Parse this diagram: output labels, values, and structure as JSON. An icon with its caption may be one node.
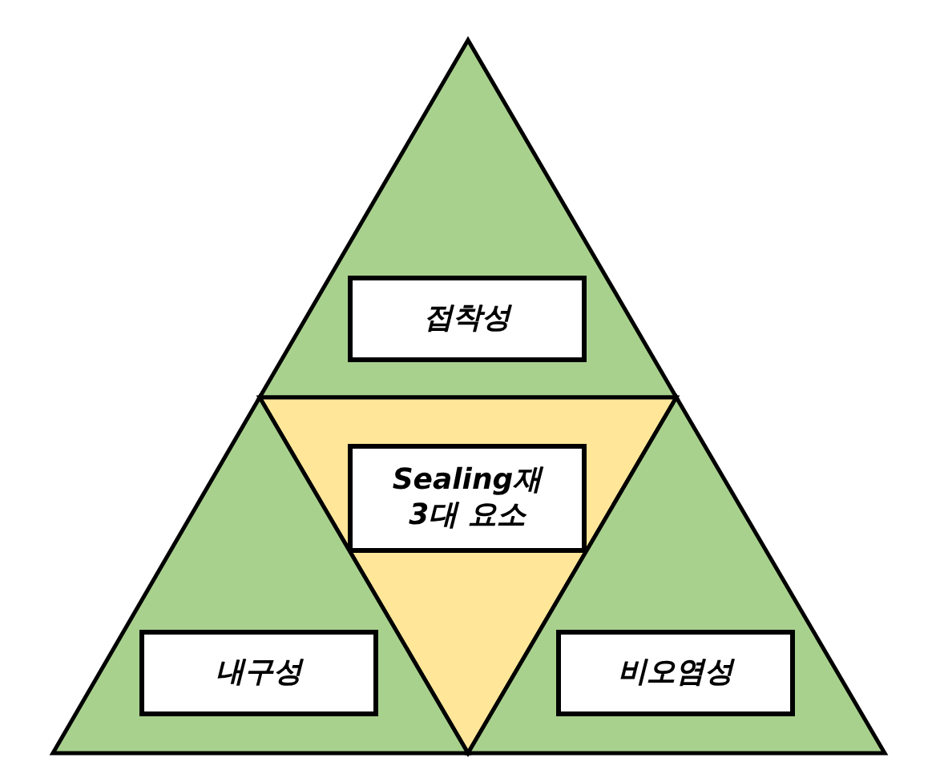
{
  "diagram": {
    "nodes": [
      {
        "text": [],
        "shape": "triangle"
      },
      {
        "text": [
          "접착성"
        ],
        "in": 0
      },
      {
        "text": [],
        "shape": "triangle"
      },
      {
        "text": [
          "Sealing재 3대 요소"
        ],
        "in": 2
      },
      {
        "text": [],
        "shape": "triangle"
      },
      {
        "text": [
          "내구성"
        ],
        "in": 4
      },
      {
        "text": [],
        "shape": "triangle"
      },
      {
        "text": [
          "비오염성"
        ],
        "in": 6
      }
    ]
  }
}
